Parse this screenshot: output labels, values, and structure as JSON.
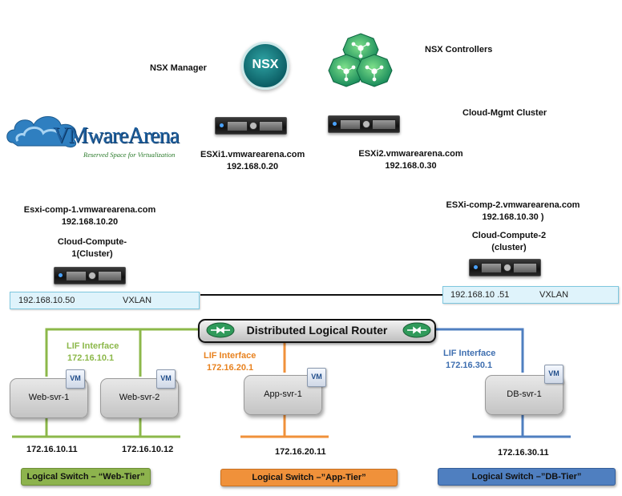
{
  "nsx_manager": {
    "label": "NSX Manager",
    "logo_text": "NSX"
  },
  "nsx_controllers": {
    "label": "NSX Controllers"
  },
  "mgmt_cluster": {
    "label": "Cloud-Mgmt Cluster"
  },
  "brand": {
    "name": "VMwareArena",
    "tagline": "Reserved Space for Virtualization"
  },
  "esxi1": {
    "host": "ESXi1.vmwarearena.com",
    "ip": "192.168.0.20"
  },
  "esxi2": {
    "host": "ESXi2.vmwarearena.com",
    "ip": "192.168.0.30"
  },
  "comp1": {
    "host": "Esxi-comp-1.vmwarearena.com",
    "ip": "192.168.10.20",
    "cluster_line1": "Cloud-Compute-",
    "cluster_line2": "1(Cluster)"
  },
  "comp2": {
    "host": "ESXi-comp-2.vmwarearena.com",
    "ip": "192.168.10.30 )",
    "cluster_line1": "Cloud-Compute-2",
    "cluster_line2": "(cluster)"
  },
  "vxlan_left": {
    "ip": "192.168.10.50",
    "tag": "VXLAN"
  },
  "vxlan_right": {
    "ip": "192.168.10 .51",
    "tag": "VXLAN"
  },
  "dlr": {
    "title": "Distributed Logical Router"
  },
  "web": {
    "lif_label": "LIF Interface",
    "lif_ip": "172.16.10.1",
    "vm1": "Web-svr-1",
    "vm2": "Web-svr-2",
    "ip1": "172.16.10.11",
    "ip2": "172.16.10.12",
    "switch": "Logical Switch – “Web-Tier”"
  },
  "app": {
    "lif_label": "LIF Interface",
    "lif_ip": "172.16.20.1",
    "vm1": "App-svr-1",
    "ip1": "172.16.20.11",
    "switch": "Logical Switch –”App-Tier”"
  },
  "db": {
    "lif_label": "LIF Interface",
    "lif_ip": "172.16.30.1",
    "vm1": "DB-svr-1",
    "ip1": "172.16.30.11",
    "switch": "Logical Switch –”DB-Tier”"
  },
  "vm_badge": "VM",
  "colors": {
    "web": "#8cb84a",
    "app": "#f0913a",
    "db": "#4f7fc0",
    "vxlan_fill": "#dff3fb"
  }
}
